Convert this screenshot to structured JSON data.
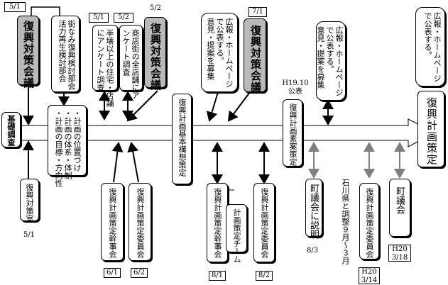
{
  "kiso": "基礎調査",
  "fukko_taisakushitsu": "復興対策室",
  "date_5_1_bottom": "5/1",
  "date_5_1_top": "5/1",
  "taisaku_kaigi_1": "復興対策会議",
  "machinami_bukai": "街なみ復興検討部会\n活力再生検討部会",
  "date_5_1_b": "5/1",
  "anketo_jutaku": "半壊以上の住宅・店舗\nにアンケート調査",
  "date_5_2_a": "5/2",
  "anketo_shoten": "商店街の全店舗にア\nンケート調査",
  "date_5_2_b": "5/2",
  "taisaku_kaigi_2": "復興対策会議",
  "keikaku_list": "・計画の位置づけ\n・計画の体系・体制\n・計画の目標・方向性",
  "kanjikai_1": "復興計画策定幹事会",
  "date_6_1": "6/1",
  "iinkai_1": "復興計画策定委員会",
  "date_6_2": "6/2",
  "kihon_koso": "復興計画基本構想策定",
  "kokai_1": "広報・ホームページ\nで公表する。\n意見・提案を募集",
  "date_7_1": "7/1",
  "taisaku_kaigi_3": "復興対策会議",
  "kanjikai_2": "復興計画策定幹事会",
  "date_8_1": "8/1",
  "team": "計画策定チーム",
  "iinkai_2": "復興計画策定委員会",
  "date_8_2": "8/2",
  "h19_label": "H19.10\n公表",
  "sokuan": "復興計画素案策定",
  "kokai_2": "広報・ホームページ\nで公表する。\n意見・提案を募集",
  "chogikai_setsumei": "町議会に説明",
  "date_8_3": "8/3",
  "ishikawa": "石川県と調整９月〜３月",
  "iinkai_3": "復興計画策定委員会",
  "date_h20_3_14": "H20\n3/14",
  "chogikai": "町議会",
  "date_h20_3_18": "H20\n3/18",
  "kokai_3": "広報・ホームページ\nで公表する。",
  "keikaku_sakutei": "復興計画策定",
  "colors": {
    "gray_fill": "#b9b9b9",
    "line": "#000000",
    "connector_gray": "#7f7f7f"
  }
}
